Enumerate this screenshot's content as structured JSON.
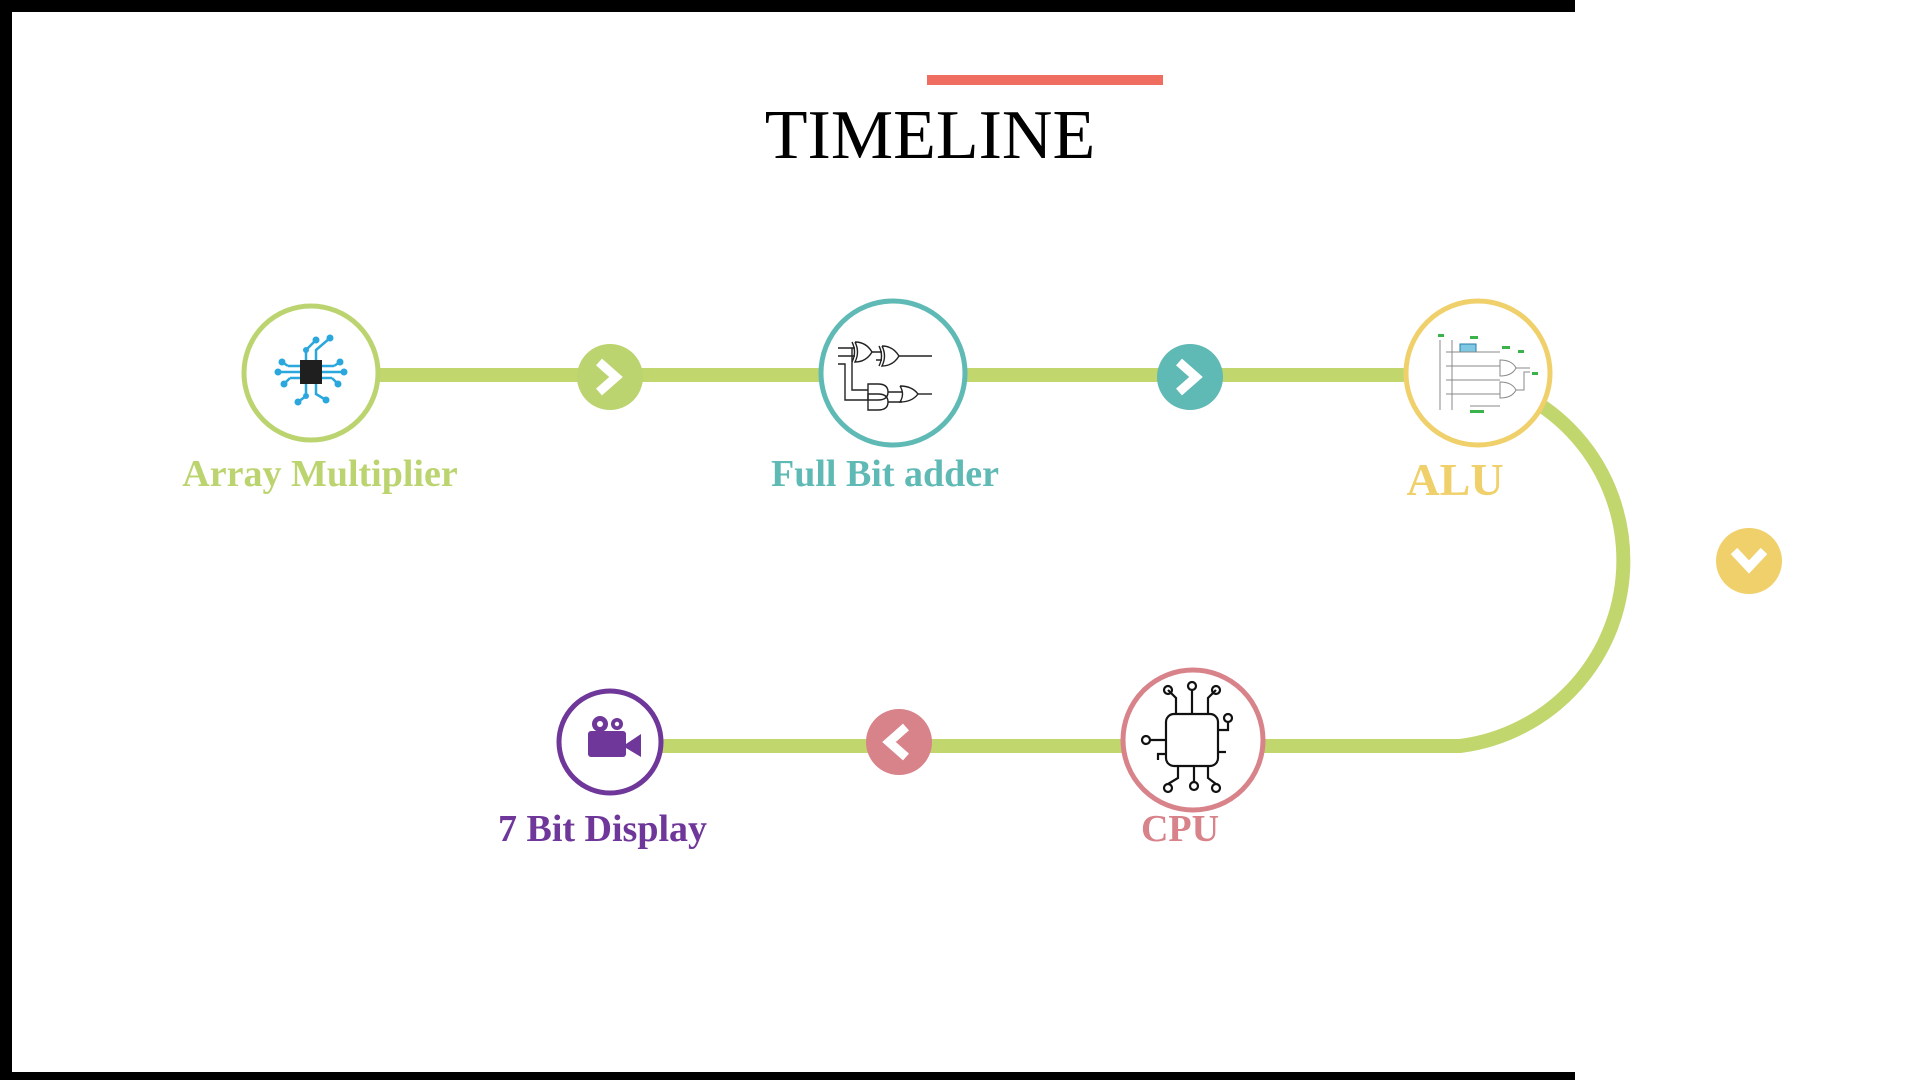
{
  "title": "TIMELINE",
  "colors": {
    "accent": "#ef6e5f",
    "track": "#c2d66e",
    "green": "#bcd470",
    "teal": "#5fb9b5",
    "yellow": "#f0d06a",
    "pink": "#d8828a",
    "purple": "#6e3799",
    "chip_blue": "#2aa7dc"
  },
  "milestones": [
    {
      "label": "Array Multiplier",
      "color": "#bcd470",
      "icon": "microchip-icon"
    },
    {
      "label": "Full Bit adder",
      "color": "#5fb9b5",
      "icon": "full-adder-circuit-icon"
    },
    {
      "label": "ALU",
      "color": "#f0d06a",
      "icon": "alu-schematic-icon"
    },
    {
      "label": "CPU",
      "color": "#d8828a",
      "icon": "cpu-chip-icon"
    },
    {
      "label": "7 Bit Display",
      "color": "#6e3799",
      "icon": "video-camera-icon"
    }
  ],
  "connectors": [
    {
      "direction": "right",
      "color": "#bcd470"
    },
    {
      "direction": "right",
      "color": "#5fb9b5"
    },
    {
      "direction": "down",
      "color": "#f0d06a"
    },
    {
      "direction": "left",
      "color": "#d8828a"
    }
  ]
}
